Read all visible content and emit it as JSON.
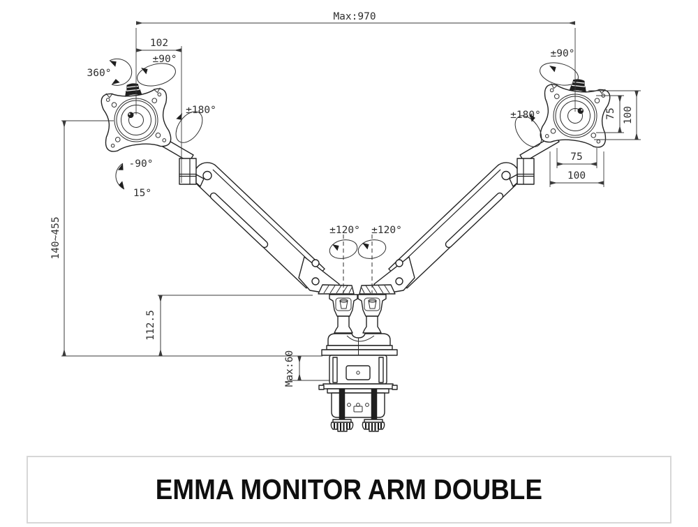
{
  "drawing": {
    "title": "EMMA MONITOR ARM DOUBLE",
    "dimensions": {
      "max_reach": "Max:970",
      "arm_offset": "102",
      "height_range": "140~455",
      "base_height": "112.5",
      "clamp_thickness": "Max:60",
      "vesa_vertical_75": "75",
      "vesa_vertical_100": "100",
      "vesa_horizontal_75": "75",
      "vesa_horizontal_100": "100"
    },
    "rotations": {
      "head_swivel": "360°",
      "left_head_pivot": "±90°",
      "left_arm_rotation": "±180°",
      "tilt_up": "-90°",
      "tilt_down": "15°",
      "right_head_pivot": "±90°",
      "right_arm_rotation": "±180°",
      "left_base_rotation": "±120°",
      "right_base_rotation": "±120°"
    }
  },
  "colors": {
    "line": "#232323",
    "dimension": "#3a3a3a",
    "title_text": "#0f0f0f",
    "title_border": "#d7d7d7",
    "background": "#ffffff"
  }
}
